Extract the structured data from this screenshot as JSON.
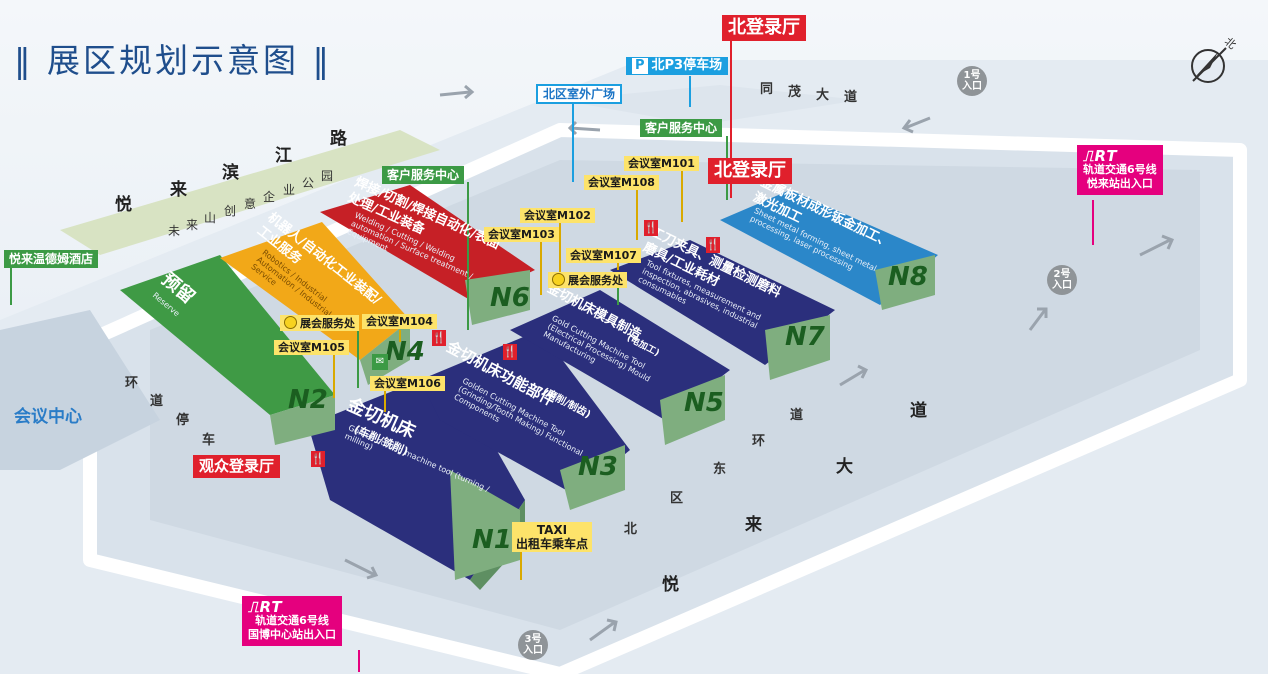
{
  "title": "展区规划示意图",
  "compass_label": "北",
  "colors": {
    "accent": "#1f4e8c",
    "route_magenta": "#e5007e",
    "service_green": "#3c9a45",
    "info_yellow": "#fde36a",
    "hall_red": "#e0202c"
  },
  "halls": [
    {
      "id": "N1",
      "text": "金切机床",
      "sub": "(车削/铣削)",
      "en": "Golden cutting machine tool (turning / milling)",
      "color": "#2b2f7c"
    },
    {
      "id": "N2",
      "text": "预留",
      "en": "Reserve",
      "color": "#3f9a45"
    },
    {
      "id": "N3",
      "text": "金切机床功能部件",
      "sub": "(磨削/制齿)",
      "en": "Golden Cutting Machine Tool (Grinding/Tooth Making) Functional Components",
      "color": "#2b2f7c"
    },
    {
      "id": "N4",
      "text": "机器人/自动化工业装配/工业服务",
      "en": "Robotics / Industrial Automation / Industrial Service",
      "color": "#f2a818"
    },
    {
      "id": "N5",
      "text": "金切机床模具制造",
      "sub": "(电加工)",
      "en": "Gold Cutting Machine Tool (Electrical Processing) Mould Manufacturing",
      "color": "#2b2f7c"
    },
    {
      "id": "N6",
      "text": "焊接/切割/焊接自动化/表面处理/工业装备",
      "en": "Welding / Cutting / Welding automation / Surface treatment / Equipment",
      "color": "#c62026"
    },
    {
      "id": "N7",
      "text": "工刀夹具、测量检测磨料磨具/工业耗材",
      "en": "Tool fixtures, measurement and inspection, abrasives, industrial consumables",
      "color": "#2b2f7c"
    },
    {
      "id": "N8",
      "text": "金属板材成形钣金加工、激光加工",
      "en": "Sheet metal forming, sheet metal processing, laser processing",
      "color": "#2b87c9"
    }
  ],
  "meeting_rooms": [
    "会议室M101",
    "会议室M102",
    "会议室M103",
    "会议室M104",
    "会议室M105",
    "会议室M106",
    "会议室M107",
    "会议室M108"
  ],
  "service_points": [
    "展会服务处",
    "展会服务处"
  ],
  "customer_service": [
    "客户服务中心",
    "客户服务中心"
  ],
  "registration": {
    "north_top": "北登录厅",
    "north": "北登录厅",
    "visitor": "观众登录厅"
  },
  "parking": {
    "name": "北P3停车场",
    "icon": "P"
  },
  "plaza": "北区室外广场",
  "hotel": "悦来温德姆酒店",
  "convention": "会议中心",
  "taxi": {
    "line1": "TAXI",
    "line2": "出租车乘车点"
  },
  "metro": [
    {
      "logo": "轨道交通",
      "line1": "轨道交通6号线",
      "line2": "悦来站出入口"
    },
    {
      "logo": "轨道交通",
      "line1": "轨道交通6号线",
      "line2": "国博中心站出入口"
    }
  ],
  "entrances": [
    {
      "line1": "1号",
      "line2": "入口"
    },
    {
      "line1": "2号",
      "line2": "入口"
    },
    {
      "line1": "3号",
      "line2": "入口"
    }
  ],
  "roads": {
    "binjiang": [
      "悦",
      "来",
      "滨",
      "江",
      "路"
    ],
    "park": [
      "未",
      "来",
      "山",
      "创",
      "意",
      "企",
      "业",
      "公",
      "园"
    ],
    "tongmao": [
      "同",
      "茂",
      "大",
      "道"
    ],
    "yuelai": [
      "悦",
      "来",
      "大",
      "道"
    ],
    "east_ring": [
      "北",
      "区",
      "东",
      "环",
      "道"
    ],
    "ring_parking": [
      "环",
      "道",
      "停",
      "车"
    ]
  }
}
